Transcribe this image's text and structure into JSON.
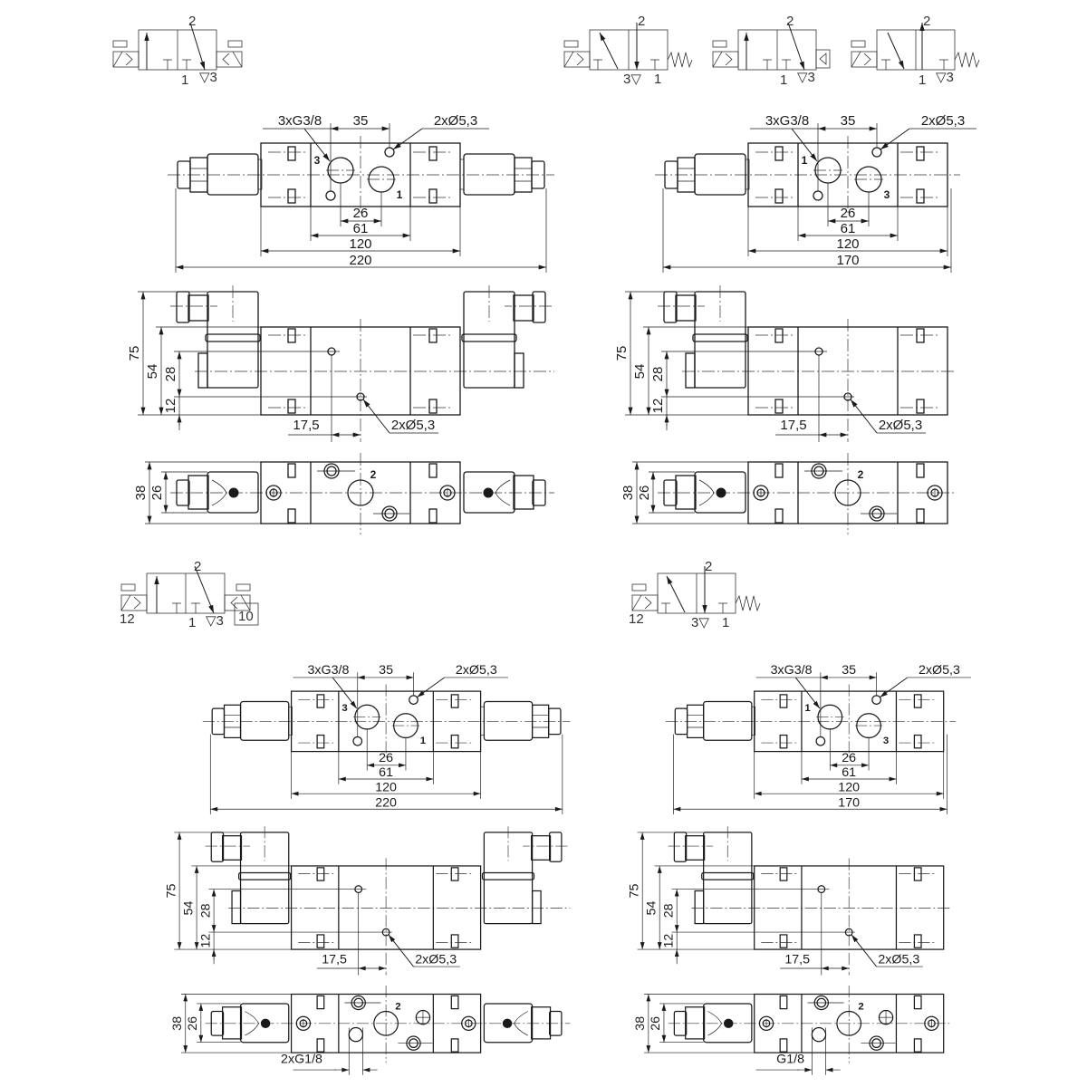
{
  "symbols": [
    {
      "labels": [
        "2",
        "1",
        "▽3"
      ]
    },
    {
      "labels": [
        "2",
        "3▽",
        "1"
      ]
    },
    {
      "labels": [
        "2",
        "1",
        "▽3"
      ]
    },
    {
      "labels": [
        "2",
        "1",
        "▽3"
      ]
    },
    {
      "labels": [
        "2",
        "1",
        "▽3",
        "12",
        "10"
      ]
    },
    {
      "labels": [
        "2",
        "12",
        "3▽",
        "1"
      ]
    }
  ],
  "views": [
    {
      "top": {
        "thread": "3xG3/8",
        "holes": "2xØ5,3",
        "d35": "35",
        "d26": "26",
        "d61": "61",
        "d120": "120",
        "overall": "220",
        "port_a": "3",
        "port_b": "1"
      },
      "front": {
        "h75": "75",
        "h54": "54",
        "h28": "28",
        "h12": "12",
        "offset": "17,5",
        "holes": "2xØ5,3"
      },
      "bottom": {
        "h38": "38",
        "h26": "26",
        "port": "2"
      }
    },
    {
      "top": {
        "thread": "3xG3/8",
        "holes": "2xØ5,3",
        "d35": "35",
        "d26": "26",
        "d61": "61",
        "d120": "120",
        "overall": "170",
        "port_a": "1",
        "port_b": "3"
      },
      "front": {
        "h75": "75",
        "h54": "54",
        "h28": "28",
        "h12": "12",
        "offset": "17,5",
        "holes": "2xØ5,3"
      },
      "bottom": {
        "h38": "38",
        "h26": "26",
        "port": "2"
      }
    },
    {
      "top": {
        "thread": "3xG3/8",
        "holes": "2xØ5,3",
        "d35": "35",
        "d26": "26",
        "d61": "61",
        "d120": "120",
        "overall": "220",
        "port_a": "3",
        "port_b": "1"
      },
      "front": {
        "h75": "75",
        "h54": "54",
        "h28": "28",
        "h12": "12",
        "offset": "17,5",
        "holes": "2xØ5,3"
      },
      "bottom": {
        "h38": "38",
        "h26": "26",
        "port": "2",
        "pilot_port": "2xG1/8"
      }
    },
    {
      "top": {
        "thread": "3xG3/8",
        "holes": "2xØ5,3",
        "d35": "35",
        "d26": "26",
        "d61": "61",
        "d120": "120",
        "overall": "170",
        "port_a": "1",
        "port_b": "3"
      },
      "front": {
        "h75": "75",
        "h54": "54",
        "h28": "28",
        "h12": "12",
        "offset": "17,5",
        "holes": "2xØ5,3"
      },
      "bottom": {
        "h38": "38",
        "h26": "26",
        "port": "2",
        "pilot_port": "G1/8"
      }
    }
  ]
}
